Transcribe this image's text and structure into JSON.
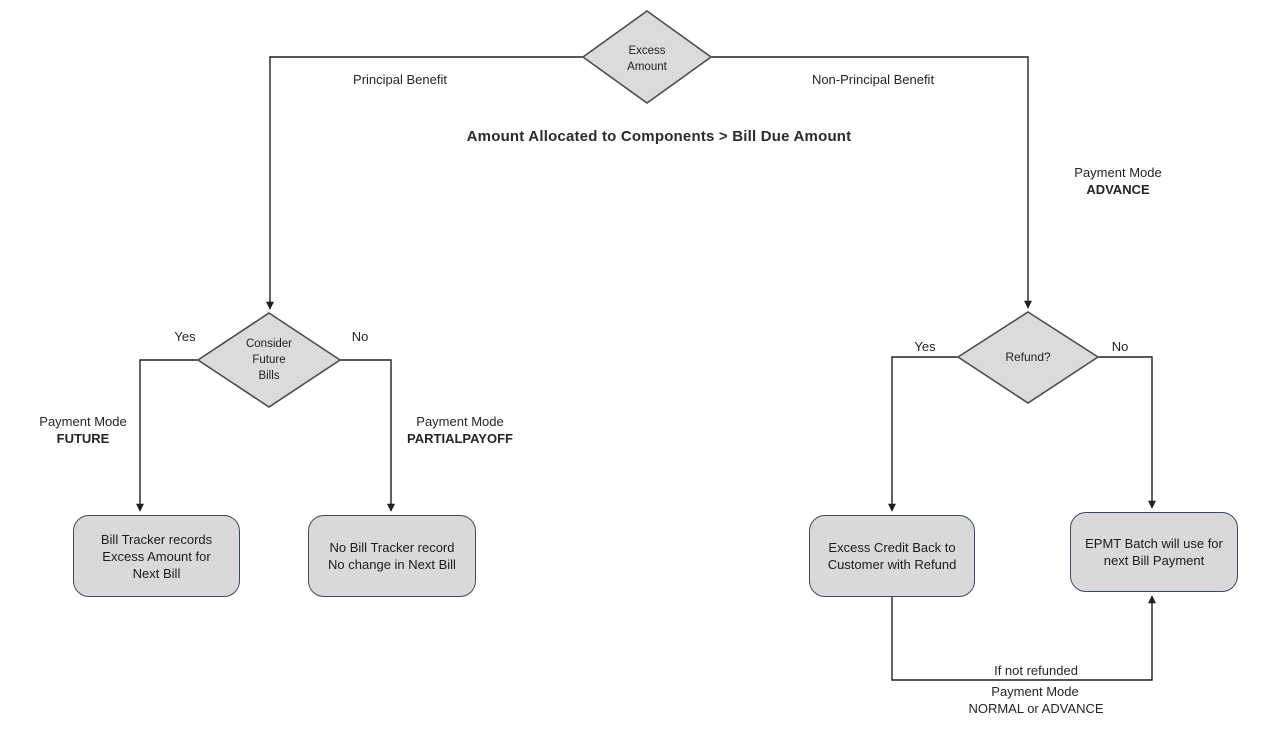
{
  "title": "Amount Allocated to Components > Bill Due Amount",
  "decisions": {
    "excess_amount": {
      "line1": "Excess",
      "line2": "Amount"
    },
    "consider_future_bills": {
      "line1": "Consider",
      "line2": "Future",
      "line3": "Bills"
    },
    "refund": {
      "label": "Refund?"
    }
  },
  "processes": {
    "bill_tracker_records": {
      "line1": "Bill Tracker records",
      "line2": "Excess Amount for",
      "line3": "Next Bill"
    },
    "no_bill_tracker": {
      "line1": "No Bill Tracker record",
      "line2": "No change in Next Bill"
    },
    "excess_credit_back": {
      "line1": "Excess Credit Back to",
      "line2": "Customer with Refund"
    },
    "epmt_batch": {
      "line1": "EPMT Batch will use for",
      "line2": "next Bill Payment"
    }
  },
  "labels": {
    "principal_benefit": "Principal Benefit",
    "non_principal_benefit": "Non-Principal Benefit",
    "yes_left": "Yes",
    "no_left": "No",
    "yes_right": "Yes",
    "no_right": "No",
    "payment_mode_future": {
      "line1": "Payment Mode",
      "line2": "FUTURE"
    },
    "payment_mode_partialpayoff": {
      "line1": "Payment Mode",
      "line2": "PARTIALPAYOFF"
    },
    "payment_mode_advance": {
      "line1": "Payment Mode",
      "line2": "ADVANCE"
    },
    "feedback": {
      "line1": "If not refunded",
      "line2": "Payment Mode",
      "line3": "NORMAL or ADVANCE"
    }
  },
  "colors": {
    "shape_fill": "#d9d9d9",
    "decision_stroke": "#4d4d4d",
    "process_stroke": "#3e4a5c",
    "connector": "#1f1f1f",
    "text": "#262626"
  }
}
